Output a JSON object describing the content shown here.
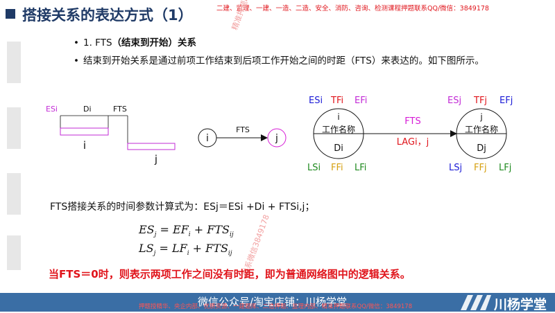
{
  "title": "搭接关系的表达方式（1）",
  "watermark_top": "二建、监理、一建、一造、二造、安全、消防、咨询、检测课程押题联系QQ/微信：3849178",
  "bullets": [
    {
      "marker": "•",
      "text_prefix": "1. FTS",
      "text_bold": "（结束到开始）关系"
    },
    {
      "marker": "•",
      "text": "结束到开始关系是通过前项工作结束到后项工作开始之间的时距（FTS）来表达的。如下图所示。"
    }
  ],
  "left_diagram": {
    "es_label": "ESi",
    "d_label": "Di",
    "fts_label": "FTS",
    "bar_i_label": "i",
    "bar_j_label": "j"
  },
  "mid_diagram": {
    "node_i": "i",
    "node_j": "j",
    "arrow_label": "FTS"
  },
  "right_diagram": {
    "node_i": {
      "top_labels": [
        "ESi",
        "TFi",
        "EFi"
      ],
      "id": "i",
      "name": "工作名称",
      "duration": "Di",
      "bottom_labels": [
        "LSi",
        "FFi",
        "LFi"
      ]
    },
    "node_j": {
      "top_labels": [
        "ESj",
        "TFj",
        "EFj"
      ],
      "id": "j",
      "name": "工作名称",
      "duration": "Dj",
      "bottom_labels": [
        "LSj",
        "FFj",
        "LFj"
      ]
    },
    "arrow_top": "FTS",
    "arrow_bottom": "LAGi，j"
  },
  "formula_intro": "FTS搭接关系的时间参数计算式为：ESj＝ESi +Di + FTSi,j；",
  "formulas": [
    {
      "lhs": "ES",
      "lhs_sub": "j",
      "eq": " = EF",
      "eq_sub": "i",
      "rhs": " + FTS",
      "rhs_sub": "ij"
    },
    {
      "lhs": "LS",
      "lhs_sub": "j",
      "eq": " = LF",
      "eq_sub": "i",
      "rhs": " + FTS",
      "rhs_sub": "ij"
    }
  ],
  "note": "当FTS＝0时，则表示两项工作之间没有时距，即为普通网络图中的逻辑关系。",
  "footer": {
    "text": "微信公众号/淘宝店铺：川杨学堂",
    "watermark": "押题授精华、央企内部、优质资源、一建题库、二造押题、监理内部、精准押题联系QQ/微信：3849178",
    "logo": "川杨学堂"
  },
  "diag_watermarks": [
    "精准押题联系微信3849178",
    "联系微信3849178"
  ],
  "colors": {
    "title": "#1f3a66",
    "es": "#1a1ad6",
    "tf": "#e0141b",
    "ef": "#c22ad6",
    "ls": "#1f8a1f",
    "ff": "#d6a010",
    "lf": "#1f8a1f",
    "fts": "#d61ad6",
    "lag": "#e0141b",
    "footer_bg": "#3a6ea5"
  }
}
